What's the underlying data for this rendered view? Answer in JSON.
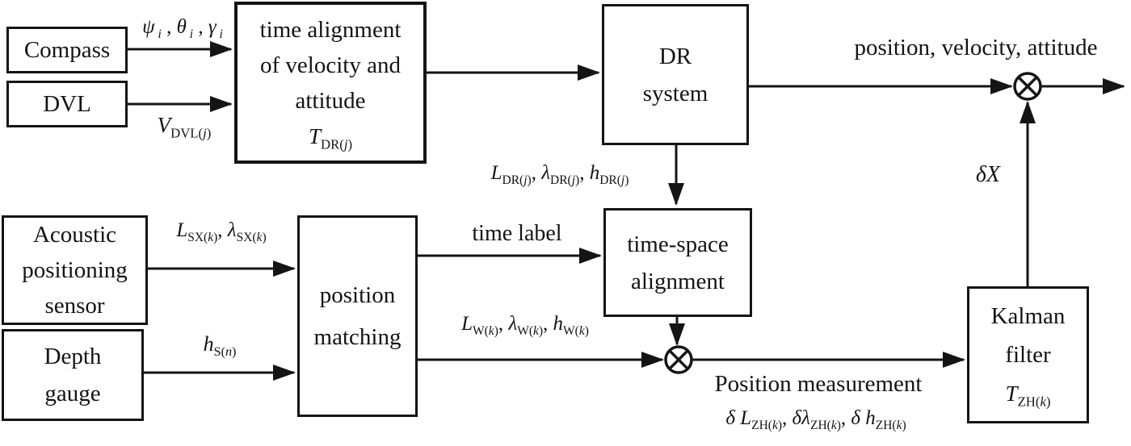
{
  "figure": {
    "background": "#ffffff",
    "line_color": "#141414",
    "type": "block-diagram",
    "topic": "DR / Kalman-filter integrated underwater navigation scheme"
  },
  "boxes": {
    "compass": {
      "label": "Compass"
    },
    "dvl": {
      "label": "DVL"
    },
    "time_alignment": {
      "line1": "time alignment",
      "line2": "of velocity and",
      "line3": "attitude",
      "formula_html": "<i>T</i><sub>DR(<i>j</i>)</sub>"
    },
    "dr_system": {
      "line1": "DR",
      "line2": "system"
    },
    "acoustic_sensor": {
      "line1": "Acoustic",
      "line2": "positioning",
      "line3": "sensor"
    },
    "depth_gauge": {
      "line1": "Depth",
      "line2": "gauge"
    },
    "position_matching": {
      "line1": "position",
      "line2": "matching"
    },
    "time_space_alignment": {
      "line1": "time-space",
      "line2": "alignment"
    },
    "kalman_filter": {
      "line1": "Kalman",
      "line2": "filter",
      "formula_html": "<i>T</i><sub>ZH(<i>k</i>)</sub>"
    }
  },
  "labels": {
    "attitude_inputs_html": "<i>ψ</i><sub> <i>i</i></sub> , <i>θ</i><sub> <i>i</i></sub> , <i>γ</i><sub> <i>i</i></sub>",
    "velocity_input_html": "<i>V</i><sub>DVL(<i>j</i>)</sub>",
    "dr_output_html": "<i>L</i><sub>DR(<i>j</i>)</sub>, <i>λ</i><sub>DR(<i>j</i>)</sub>, <i>h</i><sub>DR(<i>j</i>)</sub>",
    "position_velocity_attitude": "position, velocity, attitude",
    "delta_x_html": "<i>δX</i>",
    "acoustic_output_html": "<i>L</i><sub>SX(<i>k</i>)</sub>, <i>λ</i><sub>SX(<i>k</i>)</sub>",
    "depth_output_html": "<i>h</i><sub>S(<i>n</i>)</sub>",
    "time_label": "time label",
    "matched_position_html": "<i>L</i><sub>W(<i>k</i>)</sub>, <i>λ</i><sub>W(<i>k</i>)</sub>, <i>h</i><sub>W(<i>k</i>)</sub>",
    "position_measurement": "Position measurement",
    "measurement_formula_html": "<i>δ L</i><sub>ZH(<i>k</i>)</sub>, <i>δλ</i><sub>ZH(<i>k</i>)</sub>, <i>δ h</i><sub>ZH(<i>k</i>)</sub>"
  }
}
